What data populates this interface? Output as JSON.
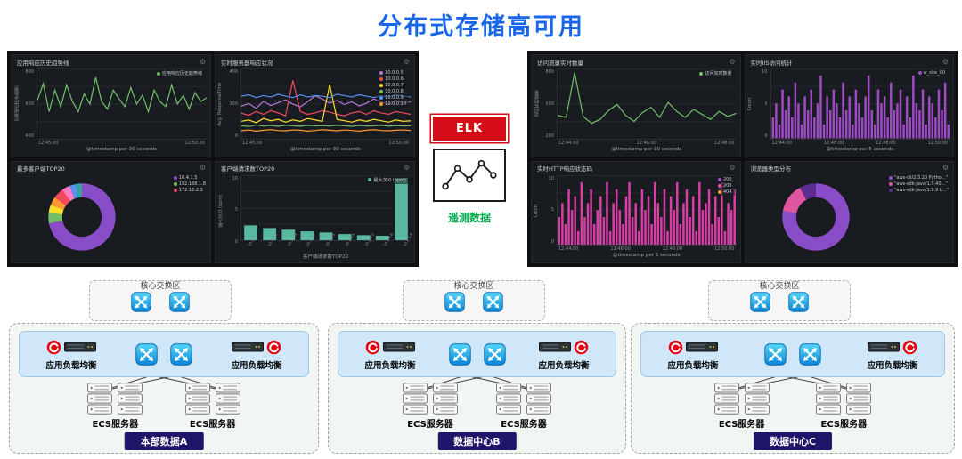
{
  "title": "分布式存储高可用",
  "elk": {
    "label": "ELK",
    "telemetry": "遥测数据"
  },
  "dashboards": {
    "left": {
      "panels": [
        {
          "title": "应用响应历史趋势线",
          "ylabel": "应用响应历史趋势",
          "yticks": [
            "800",
            "600",
            "400"
          ],
          "xticks": [
            "12:45:00",
            "12:50:00"
          ],
          "xlabel": "@timestamp per 30 seconds",
          "legend": [
            {
              "label": "应用响应历史趋势线",
              "color": "#73bf69"
            }
          ],
          "chart": {
            "type": "line",
            "ymin": 350,
            "ymax": 900,
            "series": [
              {
                "color": "#73bf69",
                "values": [
                  650,
                  780,
                  560,
                  730,
                  600,
                  770,
                  640,
                  560,
                  700,
                  620,
                  830,
                  640,
                  580,
                  730,
                  660,
                  600,
                  750,
                  620,
                  690,
                  560,
                  730,
                  640,
                  600,
                  770,
                  620,
                  690,
                  580,
                  710,
                  640,
                  670
                ]
              }
            ]
          }
        },
        {
          "title": "实时服务器响应状况",
          "ylabel": "Avg. ResponseTime",
          "yticks": [
            "400",
            "200",
            "0"
          ],
          "xticks": [
            "12:45:00",
            "12:50:00"
          ],
          "xlabel": "@timestamp per 30 seconds",
          "legend": [
            {
              "label": "10.0.0.5",
              "color": "#b877d9"
            },
            {
              "label": "10.0.0.6",
              "color": "#f2495c"
            },
            {
              "label": "10.0.0.7",
              "color": "#fade2a"
            },
            {
              "label": "10.0.0.8",
              "color": "#73bf69"
            },
            {
              "label": "10.0.0.9",
              "color": "#5794f2"
            },
            {
              "label": "10.0.0.10",
              "color": "#ff9830"
            }
          ],
          "chart": {
            "type": "line",
            "ymin": 0,
            "ymax": 500,
            "series": [
              {
                "color": "#b877d9",
                "values": [
                  230,
                  250,
                  215,
                  265,
                  235,
                  255,
                  275,
                  245,
                  225,
                  262,
                  305,
                  282,
                  252,
                  272,
                  242,
                  262,
                  232,
                  252,
                  282,
                  262,
                  242,
                  272,
                  252,
                  262
                ]
              },
              {
                "color": "#f2495c",
                "values": [
                  180,
                  165,
                  192,
                  172,
                  198,
                  182,
                  162,
                  415,
                  192,
                  172,
                  182,
                  198,
                  188,
                  172,
                  162,
                  182,
                  192,
                  172,
                  198,
                  182,
                  172,
                  192,
                  182,
                  172
                ]
              },
              {
                "color": "#fade2a",
                "values": [
                  122,
                  132,
                  112,
                  142,
                  126,
                  136,
                  116,
                  132,
                  122,
                  142,
                  132,
                  122,
                  385,
                  136,
                  126,
                  116,
                  132,
                  122,
                  136,
                  126,
                  116,
                  132,
                  122,
                  126
                ]
              },
              {
                "color": "#73bf69",
                "values": [
                  90,
                  85,
                  95,
                  88,
                  92,
                  86,
                  94,
                  90,
                  87,
                  93,
                  89,
                  91,
                  88,
                  94,
                  90,
                  86,
                  92,
                  88,
                  90,
                  94,
                  87,
                  91,
                  89,
                  90
                ]
              },
              {
                "color": "#5794f2",
                "values": [
                  302,
                  312,
                  292,
                  306,
                  296,
                  316,
                  302,
                  292,
                  312,
                  296,
                  306,
                  302,
                  292,
                  316,
                  306,
                  296,
                  312,
                  302,
                  292,
                  306,
                  296,
                  312,
                  302,
                  296
                ]
              },
              {
                "color": "#ff9830",
                "values": [
                  55,
                  60,
                  52,
                  58,
                  62,
                  56,
                  54,
                  60,
                  58,
                  52,
                  56,
                  62,
                  58,
                  54,
                  60,
                  56,
                  52,
                  58,
                  62,
                  56,
                  54,
                  58,
                  60,
                  56
                ]
              }
            ]
          }
        },
        {
          "title": "最多客户端TOP20",
          "legend": [
            {
              "label": "10.4.1.5",
              "color": "#8a4dc8"
            },
            {
              "label": "192.168.1.8",
              "color": "#73bf69"
            },
            {
              "label": "172.16.2.3",
              "color": "#f2495c"
            }
          ],
          "chart": {
            "type": "donut",
            "slices": [
              {
                "value": 72,
                "color": "#8a4dc8"
              },
              {
                "value": 5,
                "color": "#73bf69"
              },
              {
                "value": 4,
                "color": "#fade2a"
              },
              {
                "value": 4,
                "color": "#ff9830"
              },
              {
                "value": 5,
                "color": "#f2495c"
              },
              {
                "value": 4,
                "color": "#ff7bc1"
              },
              {
                "value": 3,
                "color": "#5794f2"
              },
              {
                "value": 3,
                "color": "#37a2a2"
              }
            ]
          }
        },
        {
          "title": "客户端请求数TOP20",
          "ylabel": "最大次:0 (bpm)",
          "yticks": [
            "10",
            "5",
            "0"
          ],
          "xticks": [
            "10.2.1.5",
            "10.2.1.8",
            "10.2.2.3",
            "10.2.2.7",
            "10.2.3.1",
            "10.2.3.4",
            "10.2.4.2",
            "10.2.4.6",
            "10.2.5.9"
          ],
          "xlabel": "客户端请求数TOP20",
          "legend": [
            {
              "label": "最大次:0 (bpm)",
              "color": "#57b7a0"
            }
          ],
          "chart": {
            "type": "bar",
            "ymax": 12,
            "color": "#57b7a0",
            "values": [
              2.8,
              2.3,
              2.0,
              1.7,
              1.5,
              1.2,
              1.0,
              0.9,
              11.5
            ]
          }
        }
      ]
    },
    "right": {
      "panels": [
        {
          "title": "访问流量实时数量",
          "ylabel": "访问实时数量",
          "yticks": [
            "800",
            "500",
            "200"
          ],
          "xticks": [
            "12:44:00",
            "12:46:00",
            "12:48:00"
          ],
          "xlabel": "@timestamp per 30 seconds",
          "legend": [
            {
              "label": "访问实时数量",
              "color": "#73bf69"
            }
          ],
          "chart": {
            "type": "line",
            "ymin": 200,
            "ymax": 900,
            "series": [
              {
                "color": "#73bf69",
                "values": [
                  430,
                  410,
                  860,
                  420,
                  350,
                  390,
                  480,
                  540,
                  430,
                  370,
                  460,
                  510,
                  410,
                  560,
                  470,
                  410,
                  490,
                  440,
                  390,
                  470,
                  420,
                  450
                ]
              }
            ]
          }
        },
        {
          "title": "实时IIS访问统计",
          "ylabel": "Count",
          "yticks": [
            "10",
            "5",
            "0"
          ],
          "xticks": [
            "12:44:00",
            "12:46:00",
            "12:48:00",
            "12:50:00"
          ],
          "xlabel": "@timestamp per 5 seconds",
          "legend": [
            {
              "label": "w_site_00",
              "color": "#9d4bc4"
            }
          ],
          "chart": {
            "type": "bar",
            "ymax": 10,
            "color": "#9d4bc4",
            "values": [
              3,
              5,
              2,
              7,
              4,
              6,
              3,
              8,
              5,
              2,
              6,
              4,
              7,
              3,
              5,
              9,
              2,
              6,
              4,
              7,
              5,
              3,
              8,
              4,
              6,
              2,
              7,
              5,
              3,
              6,
              9,
              4,
              2,
              7,
              5,
              6,
              3,
              8,
              4,
              5,
              7,
              2,
              6,
              3,
              9,
              5,
              4,
              7,
              2,
              6,
              5,
              3,
              7,
              4,
              8,
              2
            ]
          }
        },
        {
          "title": "实时HTTP响应状态码",
          "ylabel": "Count",
          "yticks": [
            "10",
            "5",
            "0"
          ],
          "xticks": [
            "12:44:00",
            "12:46:00",
            "12:48:00",
            "12:50:00"
          ],
          "xlabel": "@timestamp per 5 seconds",
          "legend": [
            {
              "label": "200",
              "color": "#9d4bc4"
            },
            {
              "label": "206",
              "color": "#e0559f"
            },
            {
              "label": "404",
              "color": "#ff9830"
            }
          ],
          "chart": {
            "type": "bar",
            "ymax": 10,
            "color": "#d63fa6",
            "values": [
              4,
              6,
              3,
              8,
              5,
              7,
              2,
              9,
              4,
              6,
              8,
              3,
              5,
              7,
              4,
              9,
              2,
              6,
              8,
              5,
              3,
              7,
              9,
              4,
              6,
              2,
              8,
              5,
              7,
              3,
              9,
              6,
              4,
              8,
              2,
              7,
              5,
              9,
              3,
              6,
              8,
              4,
              7,
              2,
              9,
              5,
              6,
              8,
              3,
              7,
              4,
              9,
              2,
              6,
              5,
              8
            ]
          }
        },
        {
          "title": "浏览器类型分布",
          "legend": [
            {
              "label": "\"aws-cli/2.3.20 Pytho…\"",
              "color": "#8a4dc8"
            },
            {
              "label": "\"aws-sdk-java/1.9.40…\"",
              "color": "#e0559f"
            },
            {
              "label": "\"aws-sdk-java/1.9.9 L…\"",
              "color": "#5c2d91"
            }
          ],
          "chart": {
            "type": "donut",
            "slices": [
              {
                "value": 78,
                "color": "#8a4dc8"
              },
              {
                "value": 14,
                "color": "#e0559f"
              },
              {
                "value": 8,
                "color": "#5c2d91"
              }
            ]
          }
        }
      ]
    }
  },
  "clusters": [
    {
      "core_label": "核心交换区",
      "lb_left": "应用负载均衡",
      "lb_right": "应用负载均衡",
      "ecs_left": "ECS服务器",
      "ecs_right": "ECS服务器",
      "badge": "本部数据A"
    },
    {
      "core_label": "核心交换区",
      "lb_left": "应用负载均衡",
      "lb_right": "应用负载均衡",
      "ecs_left": "ECS服务器",
      "ecs_right": "ECS服务器",
      "badge": "数据中心B"
    },
    {
      "core_label": "核心交换区",
      "lb_left": "应用负载均衡",
      "lb_right": "应用负载均衡",
      "ecs_left": "ECS服务器",
      "ecs_right": "ECS服务器",
      "badge": "数据中心C"
    }
  ]
}
